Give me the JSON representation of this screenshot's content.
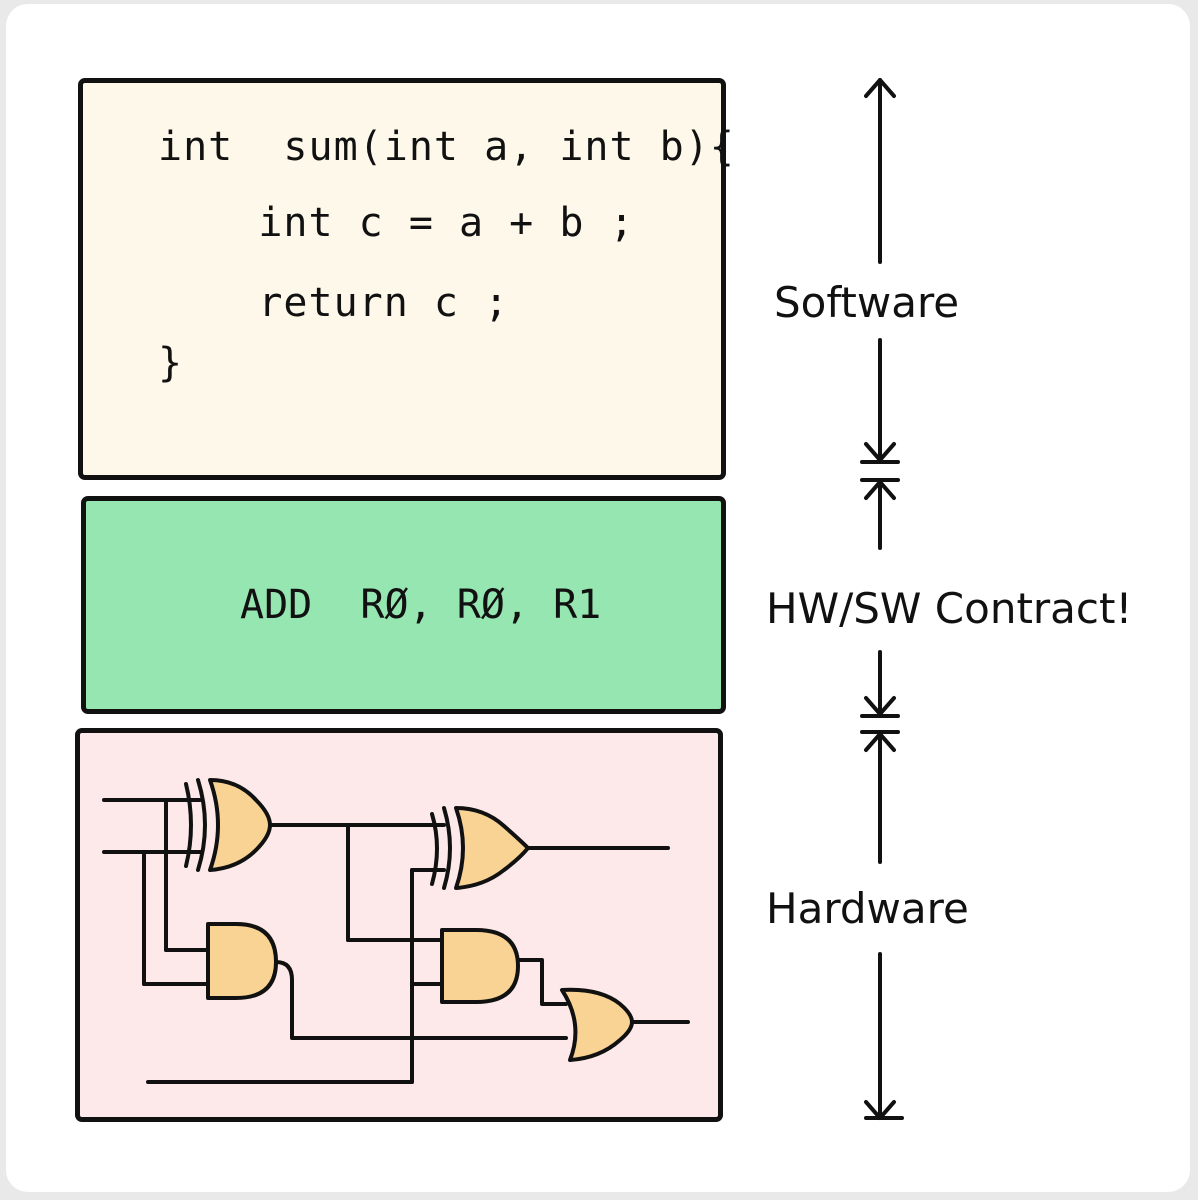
{
  "software": {
    "code": [
      "int  sum(int a, int b){",
      "    int c = a + b ;",
      "    return c ;",
      "}"
    ]
  },
  "contract": {
    "instruction": "ADD  RØ, RØ, R1"
  },
  "labels": {
    "software": "Software",
    "contract": "HW/SW Contract!",
    "hardware": "Hardware"
  },
  "colors": {
    "software_fill": "#fdf8ea",
    "contract_fill": "#96e6b2",
    "hardware_fill": "#fde9e9",
    "gate_fill": "#f8d394",
    "ink": "#111111"
  },
  "icons": [
    "arrow-up-icon",
    "arrow-down-icon",
    "and-gate-icon",
    "or-gate-icon",
    "xor-gate-icon"
  ]
}
